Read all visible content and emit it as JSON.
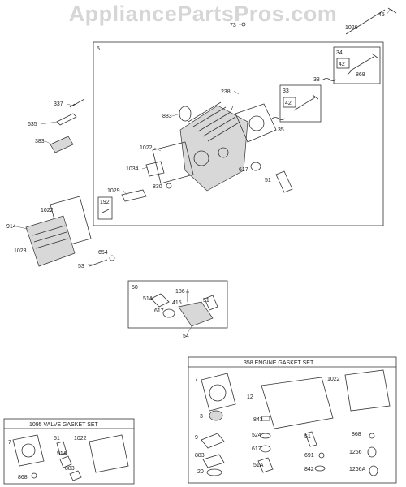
{
  "watermark": "AppliancePartsPros.com",
  "boxes": {
    "main": "5",
    "sub34": "34",
    "sub33": "33",
    "sub42a": "42",
    "sub42b": "42",
    "sub192": "192",
    "sub50": "50",
    "valve_gasket_set": "1095 VALVE GASKET SET",
    "engine_gasket_set": "358 ENGINE GASKET SET"
  },
  "labels": {
    "l45": "45",
    "l73": "73",
    "l1026": "1026",
    "l238": "238",
    "l38": "38",
    "l868a": "868",
    "l7a": "7",
    "l883a": "883",
    "l35": "35",
    "l337": "337",
    "l635": "635",
    "l383": "383",
    "l1022a": "1022",
    "l617a": "617",
    "l1034": "1034",
    "l51a": "51",
    "l1029": "1029",
    "l830": "830",
    "l1022b": "1022",
    "l914": "914",
    "l1023": "1023",
    "l654": "654",
    "l53": "53",
    "l186": "186",
    "l51A_b": "51A",
    "l415": "415",
    "l51b": "51",
    "l617b": "617",
    "l54": "54",
    "l7b": "7",
    "l1022c": "1022",
    "l12": "12",
    "l3": "3",
    "l843": "843",
    "l9": "9",
    "l524": "524",
    "l51c": "51",
    "l868b": "868",
    "l617c": "617",
    "l691": "691",
    "l1266": "1266",
    "l883b": "883",
    "l51A_c": "51A",
    "l842": "842",
    "l1266A": "1266A",
    "l20": "20",
    "l7c": "7",
    "l51d": "51",
    "l1022d": "1022",
    "l51A_d": "51A",
    "l883c": "883",
    "l868c": "868"
  }
}
